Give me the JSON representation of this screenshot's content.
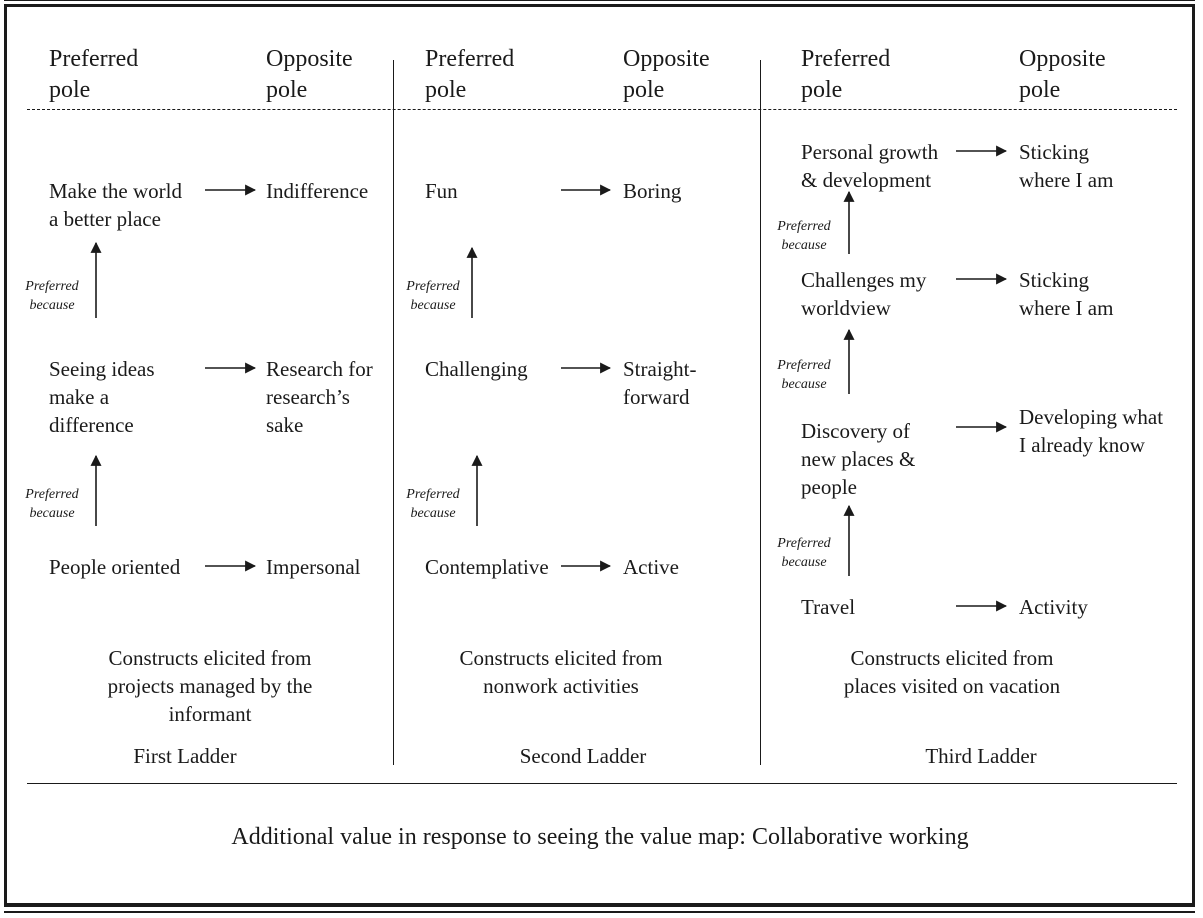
{
  "headers": {
    "col1": {
      "preferred": "Preferred\npole",
      "opposite": "Opposite\npole"
    },
    "col2": {
      "preferred": "Preferred\npole",
      "opposite": "Opposite\npole"
    },
    "col3": {
      "preferred": "Preferred\npole",
      "opposite": "Opposite\npole"
    }
  },
  "preferred_because": "Preferred\nbecause",
  "ladder1": {
    "rows": [
      {
        "preferred": "Make the world\na better place",
        "opposite": "Indifference"
      },
      {
        "preferred": "Seeing ideas\nmake a\ndifference",
        "opposite": "Research for\nresearch’s\nsake"
      },
      {
        "preferred": "People oriented",
        "opposite": "Impersonal"
      }
    ],
    "caption": "Constructs elicited from\nprojects managed by the\ninformant",
    "name": "First Ladder"
  },
  "ladder2": {
    "rows": [
      {
        "preferred": "Fun",
        "opposite": "Boring"
      },
      {
        "preferred": "Challenging",
        "opposite": "Straight-\nforward"
      },
      {
        "preferred": "Contemplative",
        "opposite": "Active"
      }
    ],
    "caption": "Constructs elicited from\nnonwork activities",
    "name": "Second Ladder"
  },
  "ladder3": {
    "rows": [
      {
        "preferred": "Personal growth\n& development",
        "opposite": "Sticking\nwhere I am"
      },
      {
        "preferred": "Challenges my\nworldview",
        "opposite": "Sticking\nwhere I am"
      },
      {
        "preferred": "Discovery of\nnew places &\npeople",
        "opposite": "Developing what\nI already know"
      },
      {
        "preferred": "Travel",
        "opposite": "Activity"
      }
    ],
    "caption": "Constructs elicited from\nplaces visited on vacation",
    "name": "Third Ladder"
  },
  "footer": "Additional value in response to seeing the value map: Collaborative working"
}
